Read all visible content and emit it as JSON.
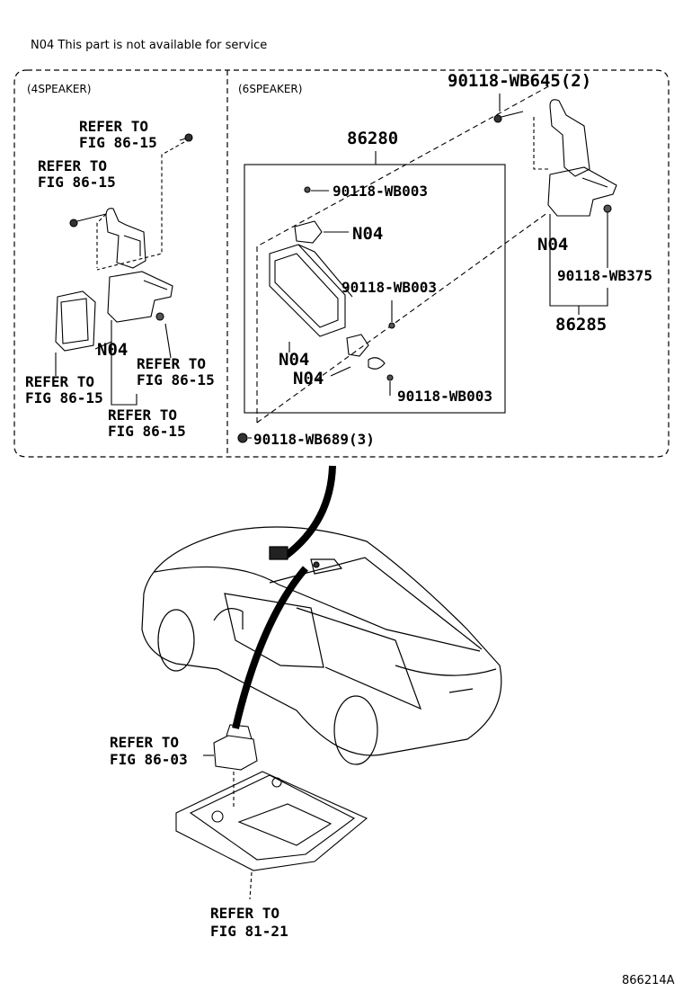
{
  "header_note": "N04 This part is not available for service",
  "sections": {
    "left_title": "(4SPEAKER)",
    "right_title": "(6SPEAKER)"
  },
  "refer": {
    "l1_line1": "REFER TO",
    "l1_line2": "FIG 86-15",
    "l2_line1": "REFER TO",
    "l2_line2": "FIG 86-15",
    "l3_line1": "REFER TO",
    "l3_line2": "FIG 86-15",
    "l4_line1": "REFER TO",
    "l4_line2": "FIG 86-15",
    "l5_line1": "REFER TO",
    "l5_line2": "FIG 86-15",
    "switch_line1": "REFER TO",
    "switch_line2": "FIG 86-03",
    "console_line1": "REFER TO",
    "console_line2": "FIG 81-21"
  },
  "parts": {
    "n04_left": "N04",
    "n04_bracket": "N04",
    "n04_right": "N04",
    "n04_amp": "N04",
    "n04_small": "N04",
    "p86280": "86280",
    "p86285": "86285",
    "bolt_645": "90118-WB645(2)",
    "screw_003_a": "90118-WB003",
    "screw_003_b": "90118-WB003",
    "screw_003_c": "90118-WB003",
    "screw_375": "90118-WB375",
    "nut_689": "90118-WB689(3)"
  },
  "figure_id": "866214A"
}
